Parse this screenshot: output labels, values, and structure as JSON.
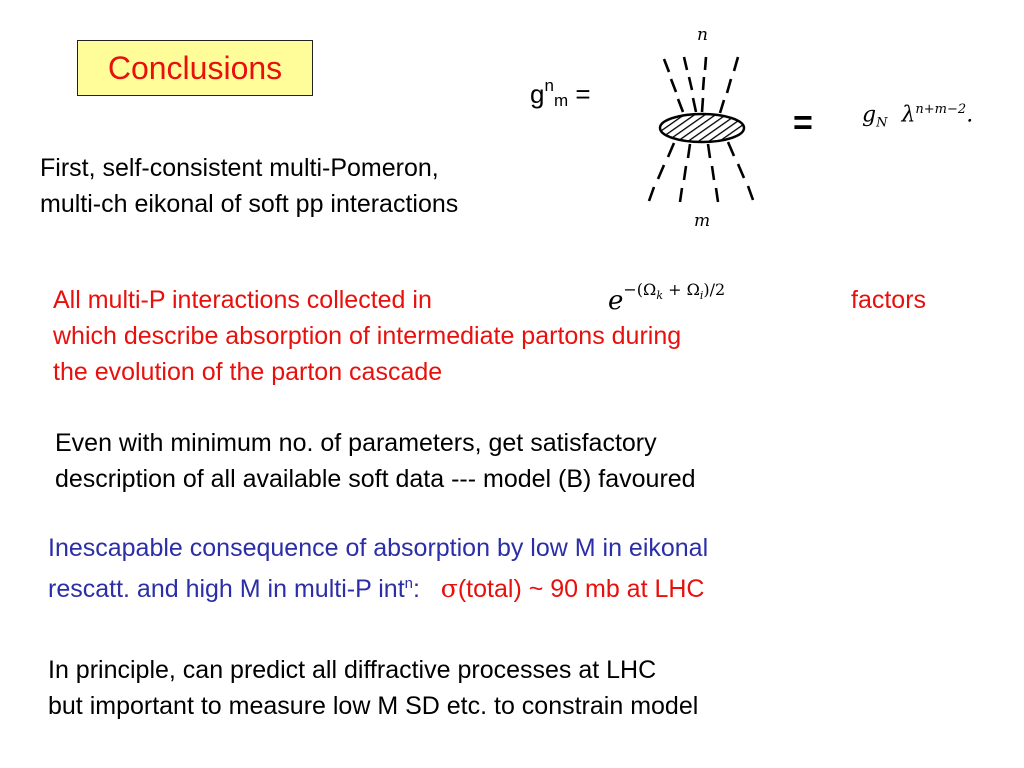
{
  "title": "Conclusions",
  "coupling": {
    "g": "g",
    "sup_n": "n",
    "sub_m": "m",
    "eq": " ="
  },
  "diagram": {
    "top_label": "n",
    "bottom_label": "m"
  },
  "equals": "=",
  "rhs": {
    "g": "g",
    "g_sub": "N",
    "lambda": "λ",
    "exponent": "n+m−2",
    "period": "."
  },
  "paragraphs": {
    "p1": [
      "First, self-consistent multi-Pomeron,",
      "multi-ch eikonal of soft pp interactions"
    ],
    "p2": [
      "All multi-P interactions collected in",
      "which describe absorption of intermediate partons during",
      "the evolution of the parton cascade"
    ],
    "p2_factors": "factors",
    "p3": [
      "Even with minimum no. of parameters, get satisfactory",
      "description of all available soft data --- model (B) favoured"
    ],
    "p4": [
      "Inescapable consequence of absorption by low M in eikonal",
      "rescatt. and high M in multi-P int"
    ],
    "p4_sup": "n",
    "p4_colon": ":",
    "p4_sigma": "σ",
    "p4_total": "(total) ~ 90 mb at LHC",
    "p5": [
      "In principle, can predict all diffractive processes at LHC",
      "but important to measure low M SD etc. to constrain model"
    ]
  },
  "exp_formula": {
    "base": "e",
    "exponent": "−(Ω",
    "k": "k",
    "plus": " + Ω",
    "i": "i",
    "tail": ")/2"
  },
  "colors": {
    "title_bg": "#fffd9a",
    "red": "#e8100c",
    "blue": "#2b2ea6",
    "black": "#000000"
  }
}
